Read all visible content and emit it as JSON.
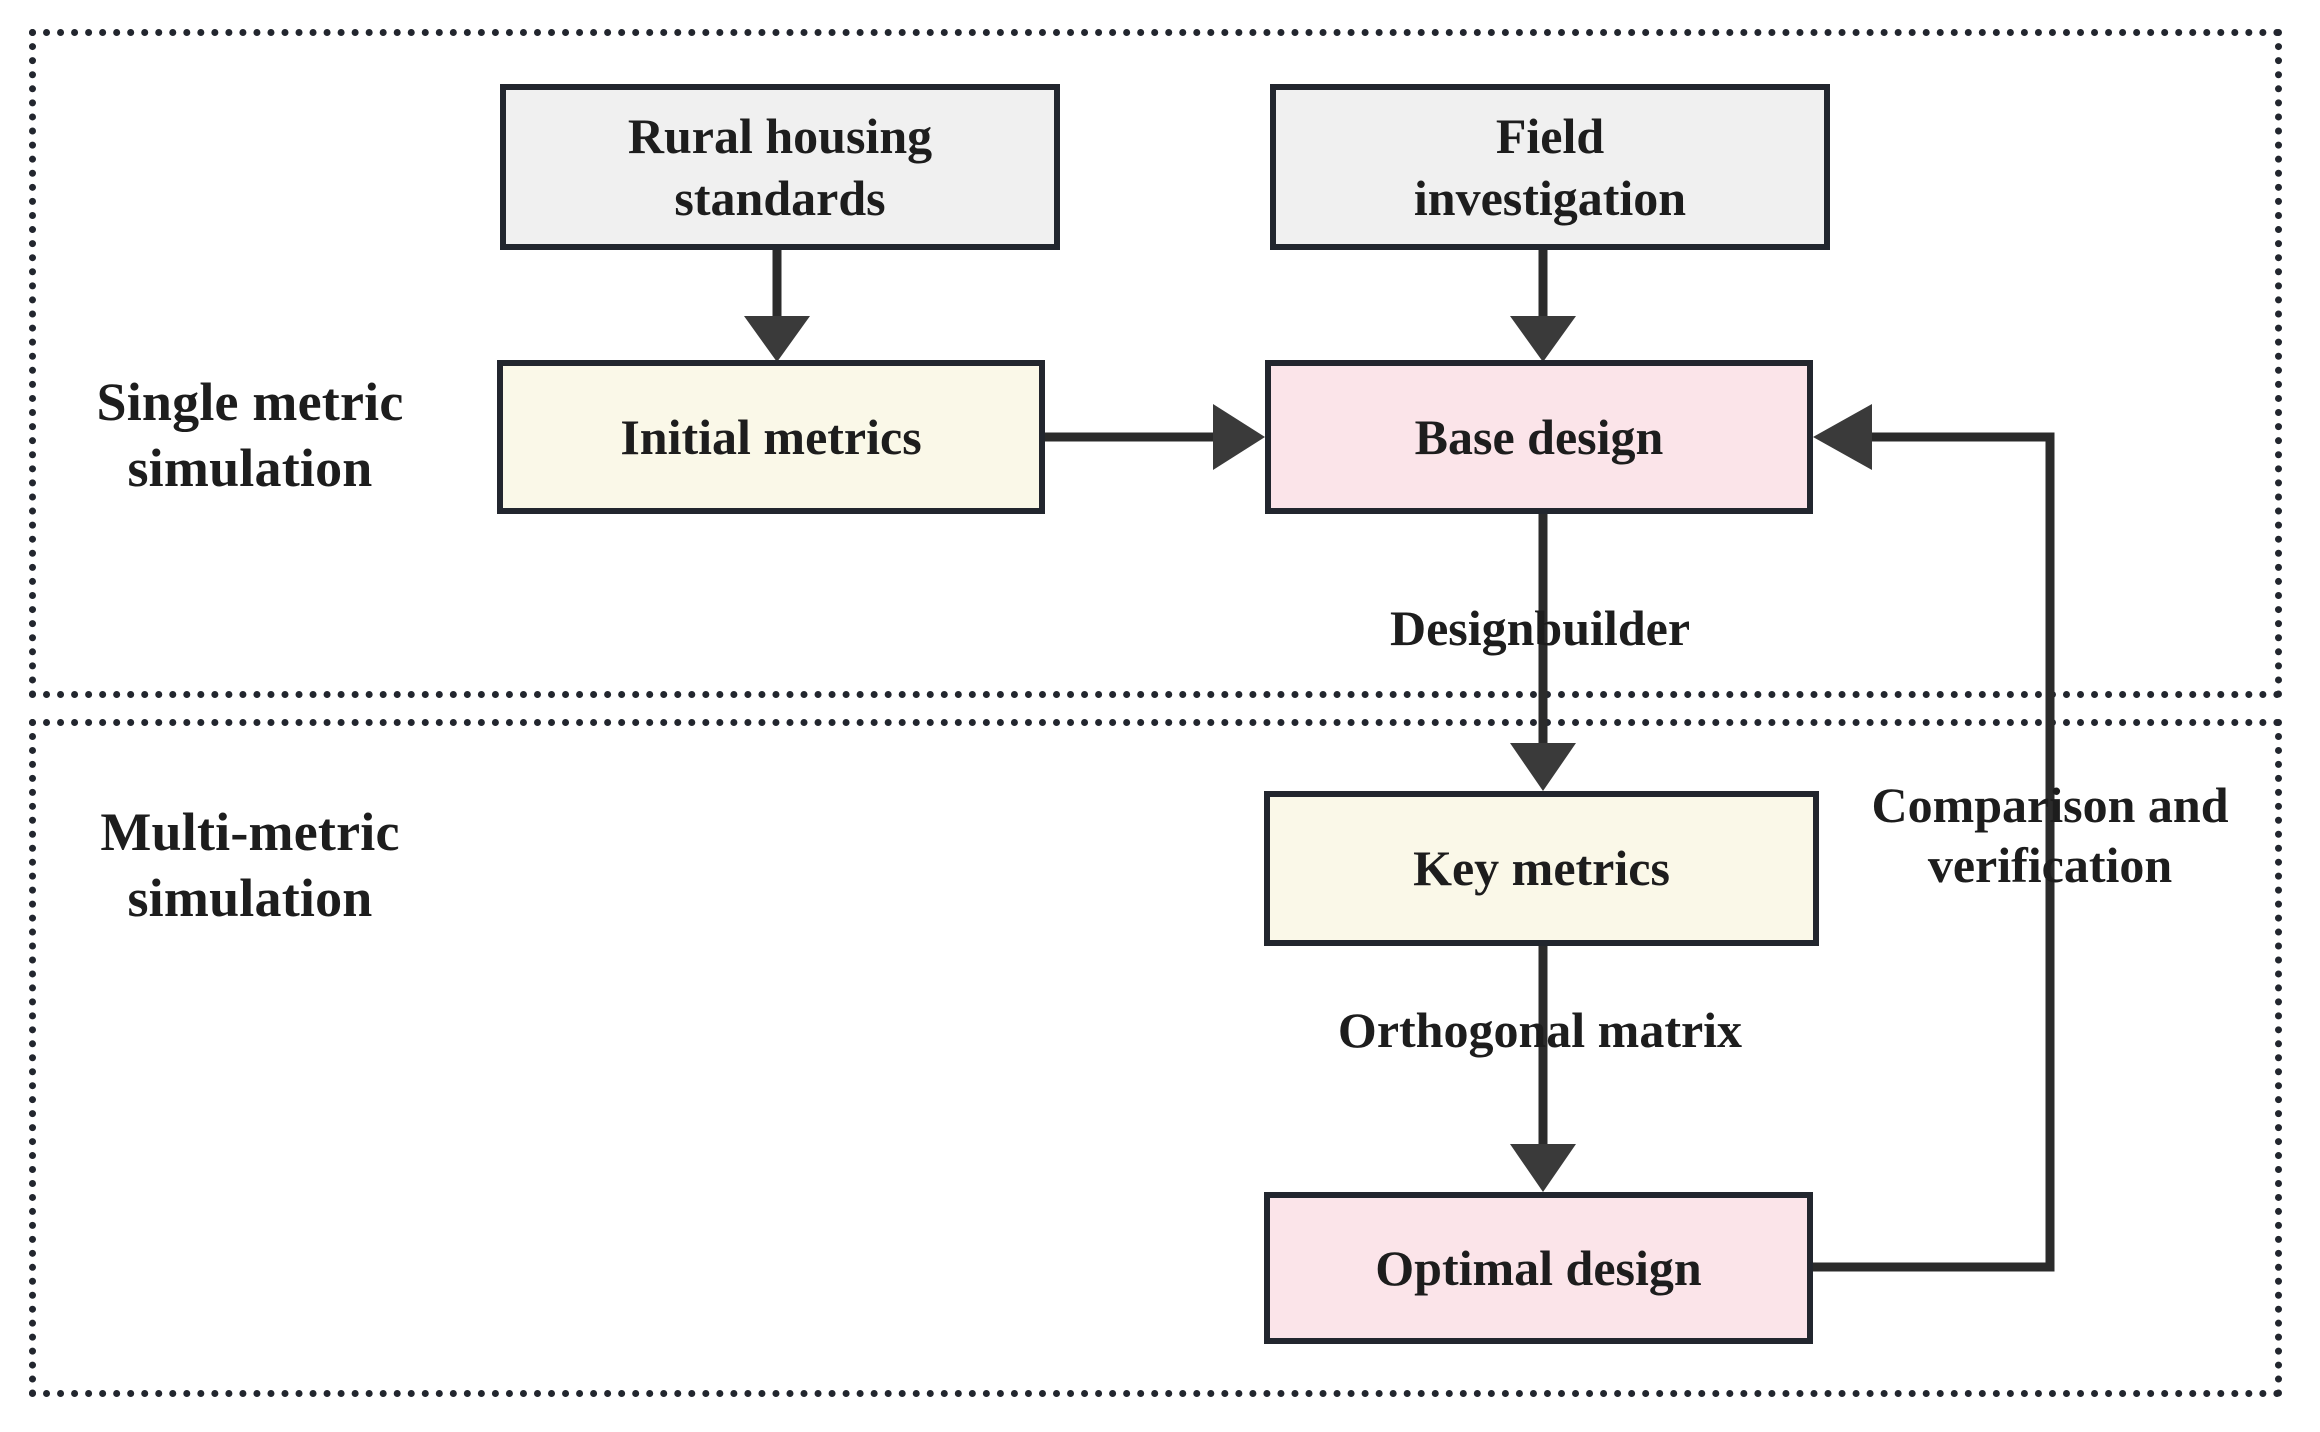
{
  "diagram": {
    "title": "Single and multi metric simulation workflow",
    "sections": [
      {
        "id": "single",
        "label": "Single metric\nsimulation"
      },
      {
        "id": "multi",
        "label": "Multi-metric\nsimulation"
      }
    ],
    "nodes": [
      {
        "id": "rural-housing",
        "label": "Rural housing\nstandards",
        "fill": "#f0f0f0",
        "stroke": "#22262e"
      },
      {
        "id": "field-investigation",
        "label": "Field\ninvestigation",
        "fill": "#f0f0f0",
        "stroke": "#22262e"
      },
      {
        "id": "initial-metrics",
        "label": "Initial  metrics",
        "fill": "#faf8e8",
        "stroke": "#22262e"
      },
      {
        "id": "base-design",
        "label": "Base design",
        "fill": "#fbe4e9",
        "stroke": "#22262e"
      },
      {
        "id": "key-metrics",
        "label": "Key metrics",
        "fill": "#faf8e8",
        "stroke": "#22262e"
      },
      {
        "id": "optimal-design",
        "label": "Optimal design",
        "fill": "#fbe4e9",
        "stroke": "#22262e"
      }
    ],
    "edge_labels": [
      {
        "id": "designbuilder",
        "label": "Designbuilder"
      },
      {
        "id": "orthogonal-matrix",
        "label": "Orthogonal matrix"
      },
      {
        "id": "comparison-verification",
        "label": "Comparison and verification"
      }
    ],
    "edges": [
      {
        "from": "rural-housing",
        "to": "initial-metrics",
        "label": ""
      },
      {
        "from": "field-investigation",
        "to": "base-design",
        "label": ""
      },
      {
        "from": "initial-metrics",
        "to": "base-design",
        "label": ""
      },
      {
        "from": "base-design",
        "to": "key-metrics",
        "label": "Designbuilder"
      },
      {
        "from": "key-metrics",
        "to": "optimal-design",
        "label": "Orthogonal matrix"
      },
      {
        "from": "optimal-design",
        "to": "base-design",
        "label": "Comparison and verification"
      }
    ],
    "colors": {
      "line": "#2b2b2b",
      "frame": "#22262e",
      "text": "#1d1d1d",
      "background": "#ffffff"
    }
  }
}
